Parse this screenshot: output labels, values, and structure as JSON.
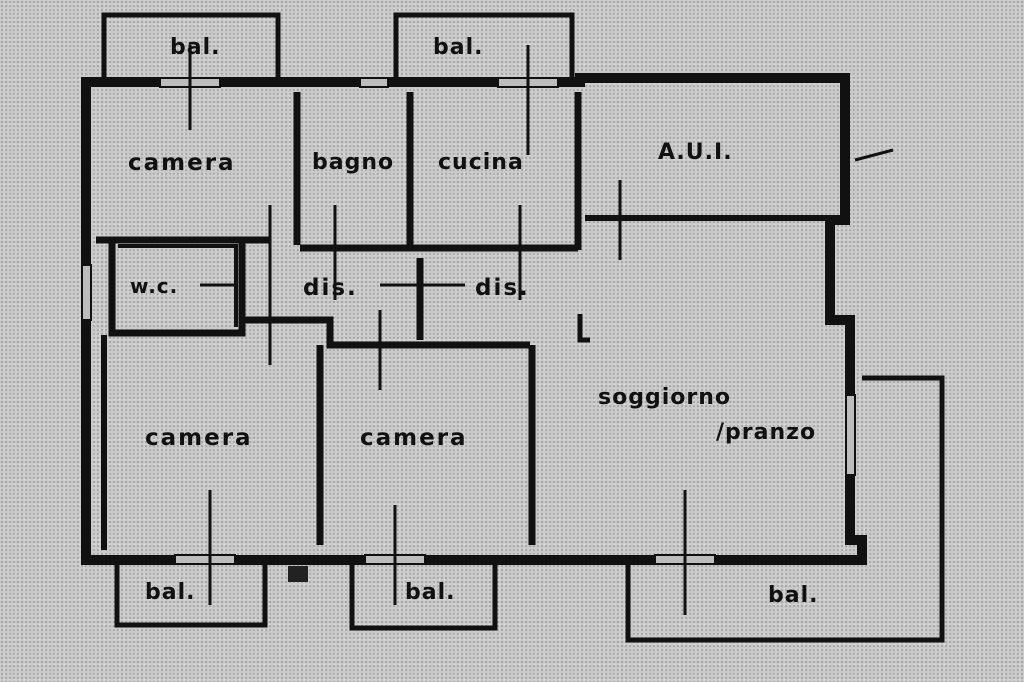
{
  "labels": {
    "bal_top_left": "bal.",
    "bal_top_mid": "bal.",
    "bal_bottom_left": "bal.",
    "bal_bottom_mid": "bal.",
    "bal_bottom_right": "bal.",
    "camera_top_left": "camera",
    "bagno": "bagno",
    "cucina": "cucina",
    "aui": "A.U.I.",
    "wc": "w.c.",
    "dis_left": "dis.",
    "dis_right": "dis.",
    "camera_bottom_left": "camera",
    "camera_bottom_mid": "camera",
    "soggiorno": "soggiorno",
    "pranzo": "/pranzo"
  },
  "colors": {
    "wall": "#111111",
    "background": "#c9c9c9"
  }
}
